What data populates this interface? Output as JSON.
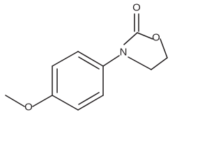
{
  "molecule": {
    "atoms": {
      "carbonyl_oxygen": "O",
      "ring_oxygen": "O",
      "ring_nitrogen": "N",
      "methoxy_oxygen": "O"
    }
  }
}
